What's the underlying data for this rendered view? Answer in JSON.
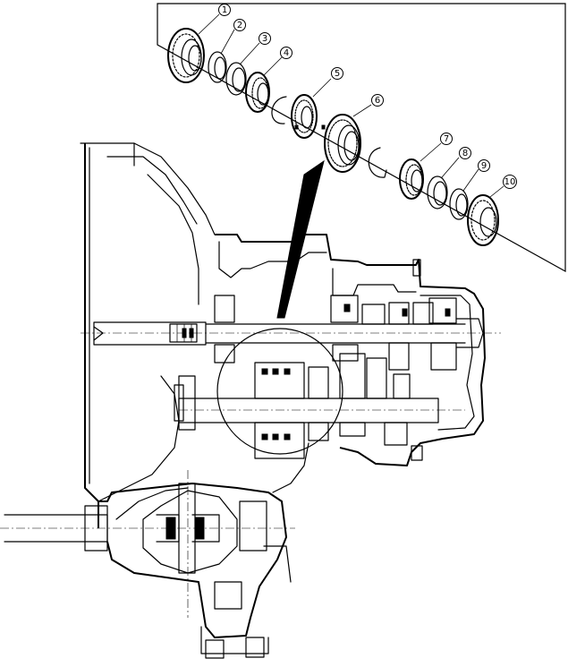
{
  "callouts": [
    {
      "label": "1",
      "part": "gear"
    },
    {
      "label": "2",
      "part": "ring"
    },
    {
      "label": "3",
      "part": "ring"
    },
    {
      "label": "4",
      "part": "synchronizer-ring"
    },
    {
      "label": "5",
      "part": "synchronizer-hub"
    },
    {
      "label": "6",
      "part": "synchronizer-sleeve"
    },
    {
      "label": "7",
      "part": "synchronizer-ring"
    },
    {
      "label": "8",
      "part": "ring"
    },
    {
      "label": "9",
      "part": "ring"
    },
    {
      "label": "10",
      "part": "gear"
    }
  ],
  "colors": {
    "ink": "#000000",
    "paper": "#ffffff"
  }
}
